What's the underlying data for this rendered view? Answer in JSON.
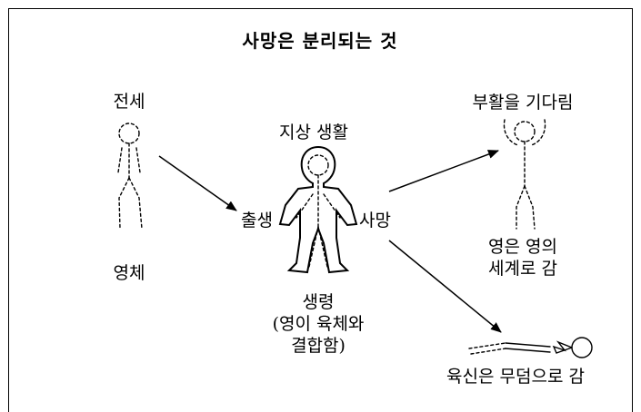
{
  "title": "사망은 분리되는 것",
  "labels": {
    "preexistence": "전세",
    "spirit_body": "영체",
    "earthly_life": "지상 생활",
    "birth": "출생",
    "death": "사망",
    "resurrection": "부활을 기다림",
    "spirit_goes_1": "영은 영의",
    "spirit_goes_2": "세계로 감",
    "life_1": "생령",
    "life_2": "(영이 육체와",
    "life_3": "결합함)",
    "body_goes": "육신은 무덤으로 감"
  }
}
